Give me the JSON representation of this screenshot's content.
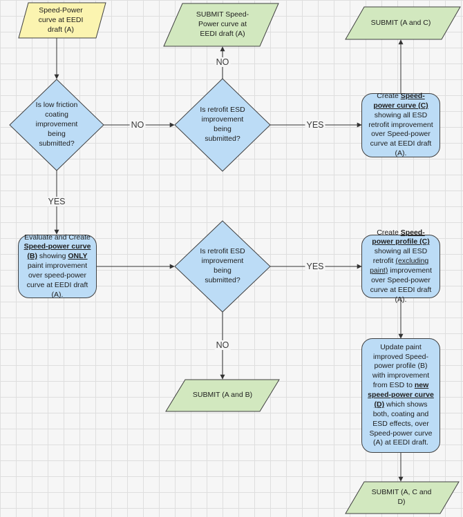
{
  "nodes": {
    "start": {
      "text": "Speed-Power curve at EEDI draft (A)"
    },
    "q_low_friction": {
      "text": "Is low friction coating improvement being submitted?"
    },
    "q_retrofit_top": {
      "text": "Is retrofit ESD improvement being submitted?"
    },
    "submit_a": {
      "text": "SUBMIT Speed-Power curve at EEDI draft (A)"
    },
    "submit_ac": {
      "text": "SUBMIT (A and C)"
    },
    "create_c": {
      "pre": "Create ",
      "bold": "Speed-power curve (C)",
      "post": " showing all ESD retrofit improvement over Speed-power curve at EEDI draft (A)."
    },
    "evaluate_b": {
      "pre": "Evaluate and Create ",
      "bold": "Speed-power curve (B)",
      "mid": " showing ",
      "bold2": "ONLY",
      "post": " paint improvement over speed-power curve at EEDI draft (A)."
    },
    "q_retrofit_mid": {
      "text": "Is retrofit ESD improvement being submitted?"
    },
    "create_c2": {
      "pre": "Create ",
      "bold": "Speed-power profile (C)",
      "mid": " showing all ESD retrofit ",
      "underline": "(excluding paint)",
      "post": " improvement over Speed-power curve at EEDI draft (A)."
    },
    "submit_ab": {
      "text": "SUBMIT (A and B)"
    },
    "update_d": {
      "pre": "Update paint improved Speed-power profile (B) with improvement from ESD to ",
      "bold": "new speed-power curve (D)",
      "post": " which shows both, coating and ESD effects, over Speed-power curve (A) at EEDI draft."
    },
    "submit_acd": {
      "text": "SUBMIT (A, C and D)"
    }
  },
  "edge_labels": {
    "no_1": "NO",
    "no_2": "NO",
    "yes_1": "YES",
    "yes_2": "YES",
    "yes_3": "YES",
    "no_3": "NO"
  },
  "colors": {
    "start_fill": "#fbf4b0",
    "decision_fill": "#bcdcf6",
    "process_fill": "#bcdcf6",
    "submit_fill": "#d2e8bf",
    "stroke": "#3f3f3f",
    "line": "#333333"
  }
}
